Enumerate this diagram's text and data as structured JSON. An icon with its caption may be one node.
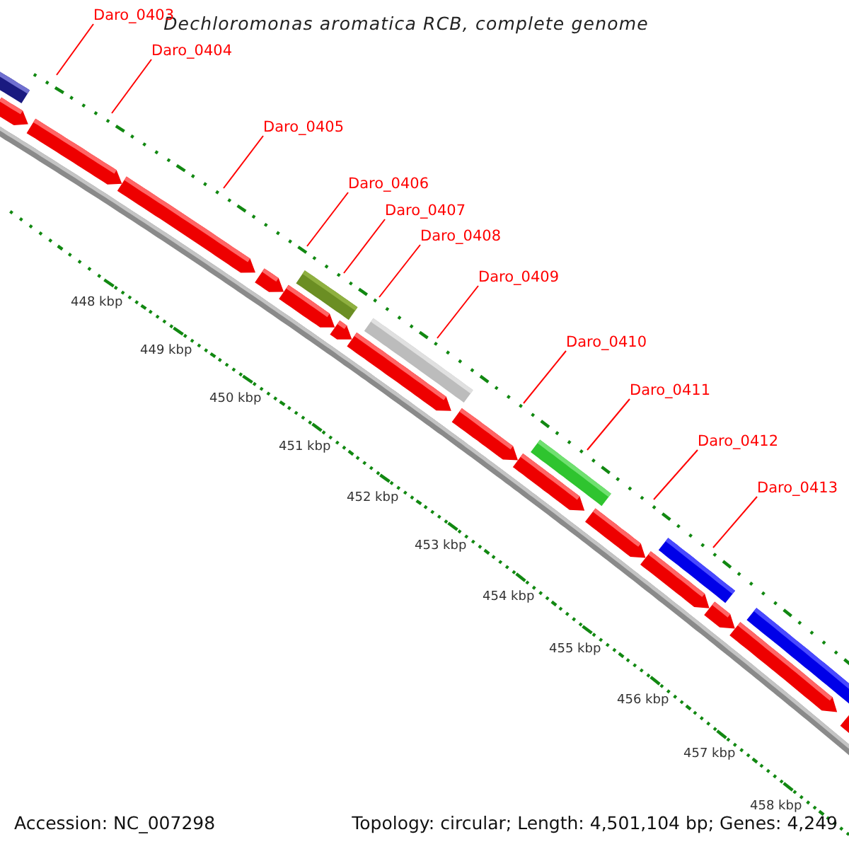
{
  "diagram": {
    "title": "Dechloromonas aromatica RCB, complete genome",
    "nodes": [
      {
        "text": [
          "Daro_0403"
        ]
      },
      {
        "text": [
          "Daro_0404"
        ]
      },
      {
        "text": [
          "Daro_0405"
        ]
      },
      {
        "text": [
          "Daro_0406"
        ]
      },
      {
        "text": [
          "Daro_0407"
        ]
      },
      {
        "text": [
          "Daro_0408"
        ]
      },
      {
        "text": [
          "Daro_0409"
        ]
      },
      {
        "text": [
          "Daro_0410"
        ]
      },
      {
        "text": [
          "Daro_0411"
        ]
      },
      {
        "text": [
          "Daro_0412"
        ]
      },
      {
        "text": [
          "Daro_0413"
        ]
      }
    ],
    "edges": [
      {
        "from": 0,
        "to": null,
        "arrow": "none"
      },
      {
        "from": 1,
        "to": null,
        "arrow": "none"
      },
      {
        "from": 2,
        "to": null,
        "arrow": "none"
      },
      {
        "from": 3,
        "to": null,
        "arrow": "none"
      },
      {
        "from": 4,
        "to": null,
        "arrow": "none"
      },
      {
        "from": 5,
        "to": null,
        "arrow": "none"
      },
      {
        "from": 6,
        "to": null,
        "arrow": "none"
      },
      {
        "from": 7,
        "to": null,
        "arrow": "none"
      },
      {
        "from": 8,
        "to": null,
        "arrow": "none"
      },
      {
        "from": 9,
        "to": null,
        "arrow": "none"
      },
      {
        "from": 10,
        "to": null,
        "arrow": "none"
      }
    ],
    "labels": [
      "448 kbp",
      "449 kbp",
      "450 kbp",
      "451 kbp",
      "452 kbp",
      "453 kbp",
      "454 kbp",
      "455 kbp",
      "456 kbp",
      "457 kbp",
      "458 kbp",
      "Accession: NC_007298",
      "Topology: circular; Length: 4,501,104 bp; Genes: 4,249"
    ]
  }
}
